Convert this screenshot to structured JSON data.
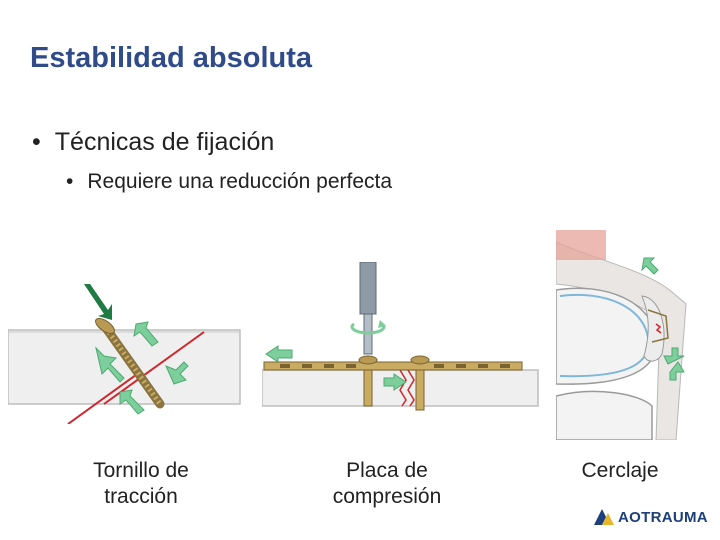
{
  "slide": {
    "title": "Estabilidad absoluta",
    "bullet_1": "Técnicas de fijación",
    "bullet_2": "Requiere una reducción perfecta"
  },
  "figures": [
    {
      "caption_line1": "Tornillo de",
      "caption_line2": "tracción"
    },
    {
      "caption_line1": "Placa de",
      "caption_line2": "compresión"
    },
    {
      "caption": "Cerclaje"
    }
  ],
  "logo": {
    "text": "AOTRAUMA"
  },
  "colors": {
    "title": "#2f4b8a",
    "arrow_green": "#7ccf9a",
    "fracture_red": "#d0262b",
    "screw_gold": "#b89a55"
  }
}
